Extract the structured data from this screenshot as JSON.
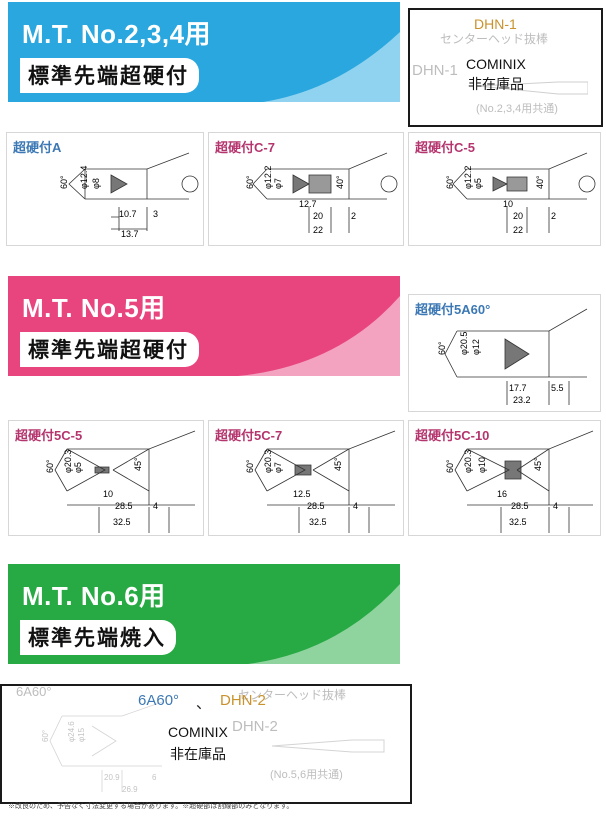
{
  "sections": [
    {
      "title": "M.T. No.2,3,4用",
      "subtitle": "標準先端超硬付",
      "color": "#29a7de",
      "panels": [
        {
          "label": "超硬付A",
          "angle": "60°",
          "d1": "φ12.4",
          "d2": "φ8",
          "dims": [
            "10.7",
            "3",
            "13.7"
          ]
        },
        {
          "label": "超硬付C-7",
          "angle": "60°",
          "d1": "φ12.2",
          "d2": "φ7",
          "side": "40°",
          "dims": [
            "12.7",
            "20",
            "2",
            "22"
          ]
        },
        {
          "label": "超硬付C-5",
          "angle": "60°",
          "d1": "φ12.2",
          "d2": "φ5",
          "side": "40°",
          "dims": [
            "10",
            "20",
            "2",
            "22"
          ]
        }
      ]
    },
    {
      "title": "M.T. No.5用",
      "subtitle": "標準先端超硬付",
      "color": "#e8457f",
      "panels": [
        {
          "label": "超硬付5A60°",
          "angle": "60°",
          "d1": "φ20.5",
          "d2": "φ12",
          "dims": [
            "17.7",
            "5.5",
            "23.2"
          ]
        },
        {
          "label": "超硬付5C-5",
          "angle": "60°",
          "d1": "φ20.3",
          "d2": "φ5",
          "side": "45°",
          "dims": [
            "10",
            "28.5",
            "4",
            "32.5"
          ]
        },
        {
          "label": "超硬付5C-7",
          "angle": "60°",
          "d1": "φ20.3",
          "d2": "φ7",
          "side": "45°",
          "dims": [
            "12.5",
            "28.5",
            "4",
            "32.5"
          ]
        },
        {
          "label": "超硬付5C-10",
          "angle": "60°",
          "d1": "φ20.3",
          "d2": "φ10",
          "side": "45°",
          "dims": [
            "16",
            "28.5",
            "4",
            "32.5"
          ]
        }
      ]
    },
    {
      "title": "M.T. No.6用",
      "subtitle": "標準先端焼入",
      "color": "#27a943"
    }
  ],
  "box1": {
    "code": "DHN-1",
    "maker": "COMINIX",
    "status": "非在庫品",
    "faded_title": "センターヘッド抜棒",
    "faded_code": "DHN-1",
    "faded_note": "(No.2,3,4用共通)"
  },
  "box2": {
    "code_a": "6A60°",
    "sep": "、",
    "code_b": "DHN-2",
    "maker": "COMINIX",
    "status": "非在庫品",
    "faded_label": "6A60°",
    "faded_title": "センターヘッド抜棒",
    "faded_code": "DHN-2",
    "faded_note": "(No.5,6用共通)",
    "faded_dims": [
      "60°",
      "φ24.6",
      "φ15",
      "20.9",
      "6",
      "26.9"
    ]
  },
  "footnote": "※改良のため、予告なく寸法変更する場合があります。※超硬部は割線部のみとなります。"
}
